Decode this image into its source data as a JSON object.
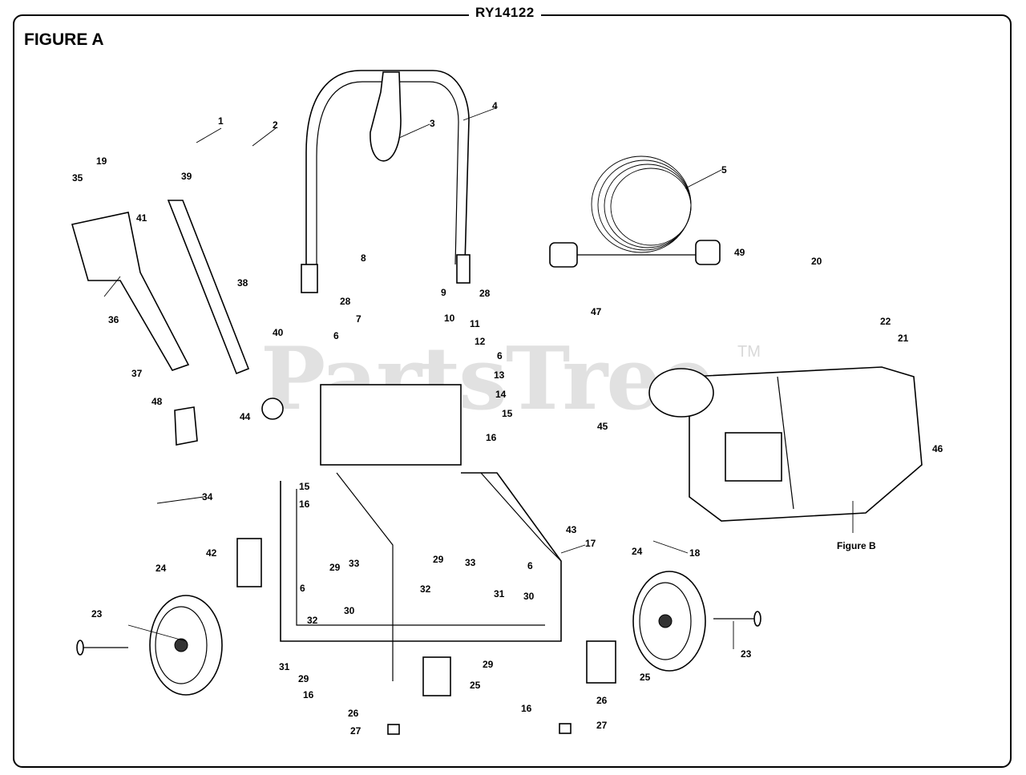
{
  "header": {
    "model": "RY14122",
    "figure_title": "FIGURE A"
  },
  "watermark": {
    "text": "PartsTree",
    "tm": "TM"
  },
  "figure_b_label": "Figure B",
  "callouts": [
    "1",
    "2",
    "3",
    "4",
    "5",
    "6",
    "7",
    "8",
    "9",
    "10",
    "11",
    "12",
    "13",
    "14",
    "15",
    "16",
    "17",
    "18",
    "19",
    "20",
    "21",
    "22",
    "23",
    "24",
    "25",
    "26",
    "27",
    "28",
    "29",
    "30",
    "31",
    "32",
    "33",
    "34",
    "35",
    "36",
    "37",
    "38",
    "39",
    "40",
    "41",
    "42",
    "43",
    "44",
    "45",
    "46",
    "47",
    "48",
    "49"
  ]
}
